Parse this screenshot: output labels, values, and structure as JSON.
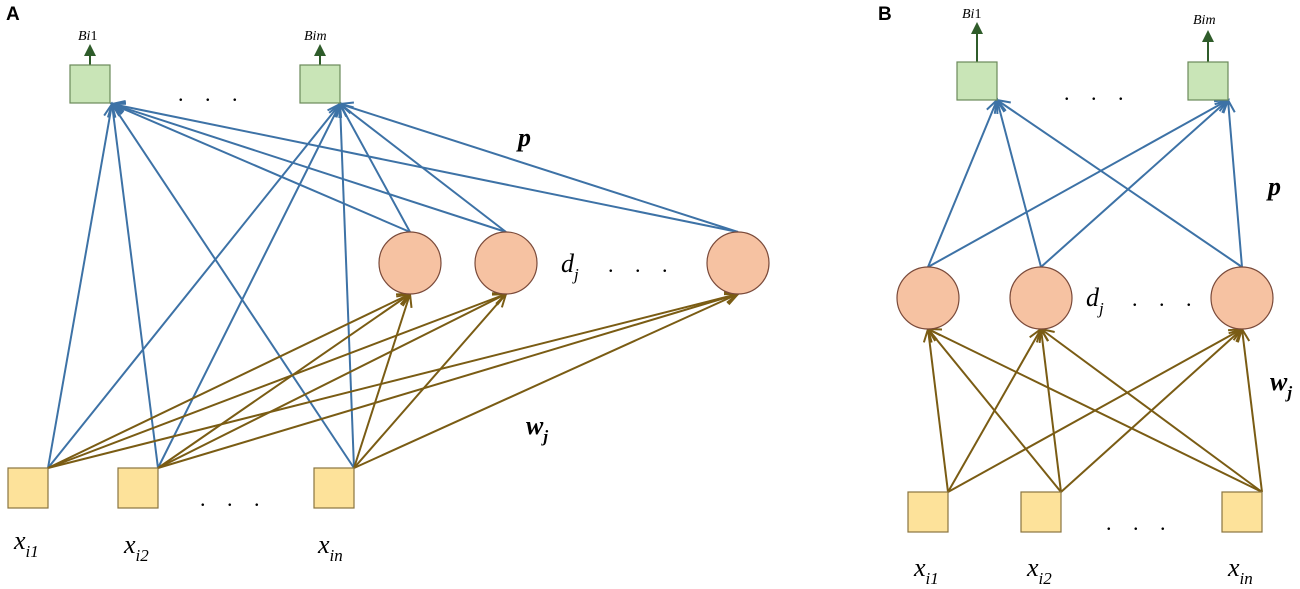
{
  "panel_a": {
    "label": "A",
    "outputs": [
      {
        "name": "Bi",
        "sub": "1"
      },
      {
        "name": "Bim",
        "sub": ""
      }
    ],
    "ellipsis": ". . .",
    "weight_p": "p",
    "hidden_label": {
      "name": "d",
      "sub": "j"
    },
    "weight_w": {
      "name": "w",
      "sub": "j"
    },
    "inputs": [
      {
        "name": "x",
        "sub": "i1"
      },
      {
        "name": "x",
        "sub": "i2"
      },
      {
        "name": "x",
        "sub": "in"
      }
    ]
  },
  "panel_b": {
    "label": "B",
    "outputs": [
      {
        "name": "Bi",
        "sub": "1"
      },
      {
        "name": "Bim",
        "sub": ""
      }
    ],
    "ellipsis": ". . .",
    "weight_p": "p",
    "hidden_label": {
      "name": "d",
      "sub": "j"
    },
    "weight_w": {
      "name": "w",
      "sub": "j"
    },
    "inputs": [
      {
        "name": "x",
        "sub": "i1"
      },
      {
        "name": "x",
        "sub": "i2"
      },
      {
        "name": "x",
        "sub": "in"
      }
    ]
  },
  "colors": {
    "output_fill": "#c9e5b7",
    "output_stroke": "#6b8a5a",
    "hidden_fill": "#f6c2a2",
    "hidden_stroke": "#7a4a3a",
    "input_fill": "#fde29a",
    "input_stroke": "#8a7440",
    "link_output": "#3d72a6",
    "link_input": "#7a5c14",
    "out_arrow": "#2f5c2a"
  }
}
